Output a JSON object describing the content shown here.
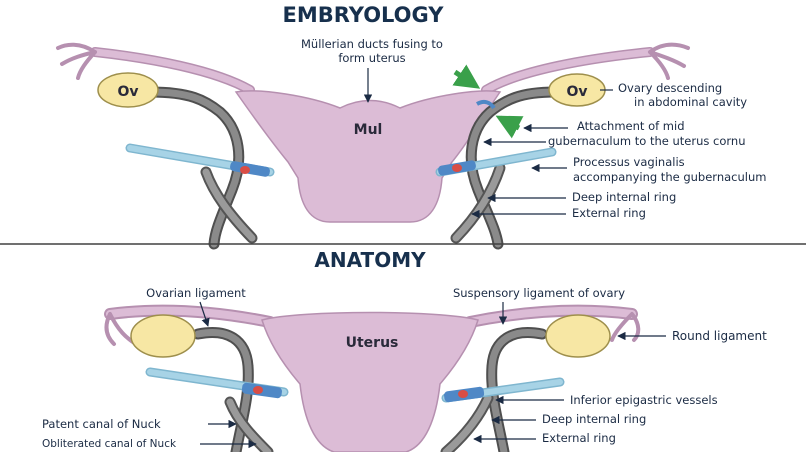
{
  "embryology": {
    "heading": "EMBRYOLOGY",
    "mullerian_label_1": "Müllerian ducts fusing to",
    "mullerian_label_2": "form uterus",
    "uterus_label": "Mul",
    "ovary_left": "Ov",
    "ovary_right": "Ov",
    "ovary_desc_1": "Ovary descending",
    "ovary_desc_2": "in abdominal cavity",
    "attach_1": "Attachment of mid",
    "attach_2": "gubernaculum to the uterus cornu",
    "processus_1": "Processus vaginalis",
    "processus_2": "accompanying the gubernaculum",
    "deep_ring": "Deep internal ring",
    "external_ring": "External ring"
  },
  "anatomy": {
    "heading": "ANATOMY",
    "ovarian_ligament": "Ovarian ligament",
    "suspensory": "Suspensory ligament of ovary",
    "uterus_label": "Uterus",
    "round_ligament": "Round ligament",
    "inferior_epigastric": "Inferior epigastric vessels",
    "deep_ring": "Deep internal ring",
    "external_ring": "External ring",
    "patent": "Patent canal of Nuck",
    "obliterated": "Obliterated canal of Nuck"
  },
  "colors": {
    "uterus": "#dcbcd6",
    "ovary": "#f7e7a4",
    "gubernaculum": "#6e6e6e",
    "vessel_light": "#a7d3e6",
    "vessel_dark": "#4f88c6",
    "arrow_green": "#3aa04a",
    "divider": "#404040"
  }
}
